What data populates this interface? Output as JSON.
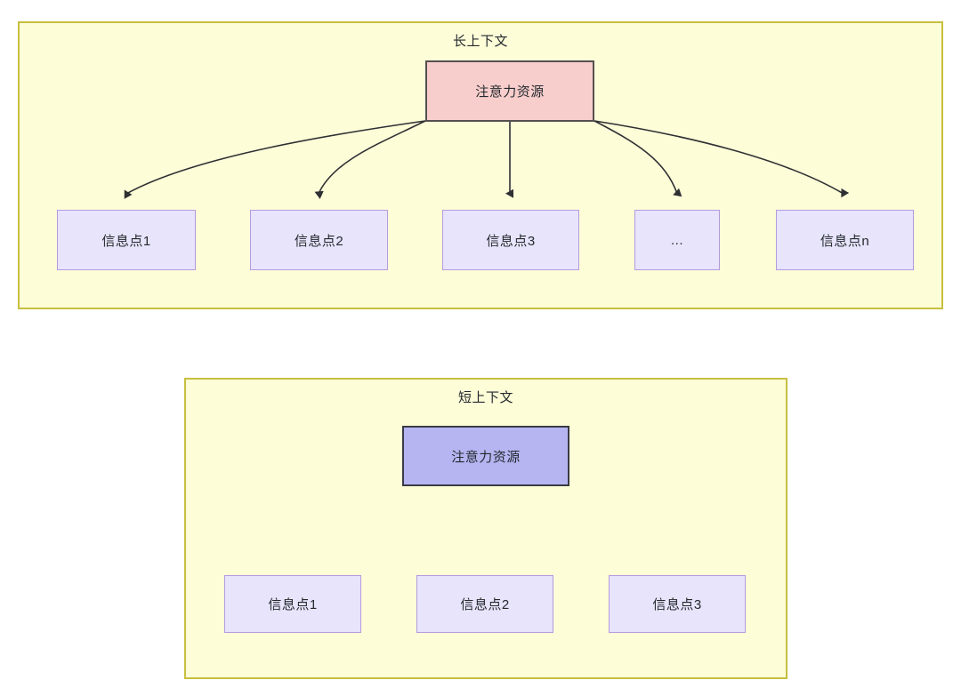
{
  "diagram": {
    "title_semantic": "attention-resource-allocation",
    "colors": {
      "group_fill": "#fdfdd8",
      "group_border": "#c7bf3f",
      "attention_long_fill": "#f8cecc",
      "attention_long_border": "#55504f",
      "attention_short_fill": "#b6b5f2",
      "attention_short_border": "#3a3a45",
      "info_fill": "#e7e4fb",
      "info_border": "#b49bdf",
      "edge": "#2f3033",
      "text": "#24292e"
    },
    "groups": [
      {
        "id": "long-context",
        "title": "长上下文",
        "root": {
          "label": "注意力资源"
        },
        "leaves": [
          {
            "label": "信息点1"
          },
          {
            "label": "信息点2"
          },
          {
            "label": "信息点3"
          },
          {
            "label": "..."
          },
          {
            "label": "信息点n"
          }
        ]
      },
      {
        "id": "short-context",
        "title": "短上下文",
        "root": {
          "label": "注意力资源"
        },
        "leaves": [
          {
            "label": "信息点1"
          },
          {
            "label": "信息点2"
          },
          {
            "label": "信息点3"
          }
        ]
      }
    ]
  }
}
